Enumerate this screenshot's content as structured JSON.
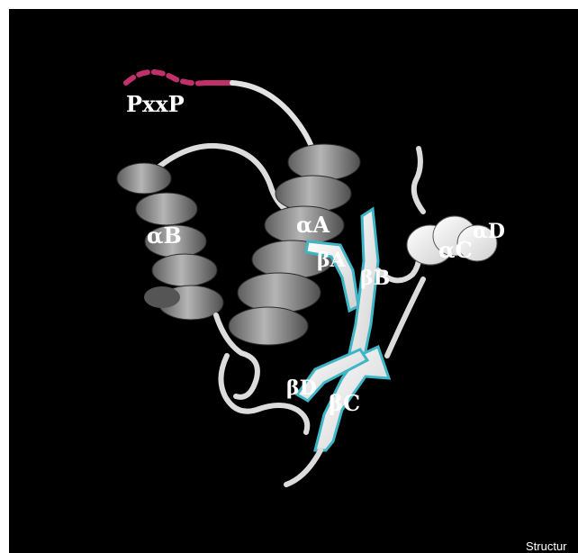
{
  "colors": {
    "background": "#000000",
    "helix": "#8c8c8c",
    "helix_dark": "#4a4a4a",
    "strand": "#f2f2f2",
    "strand_edge": "#3fb6c6",
    "coil": "#e6e6e6",
    "pxxp_motif": "#c0306a"
  },
  "labels": {
    "pxxp": "PxxP",
    "alpha_a": "αA",
    "alpha_b": "αB",
    "alpha_c": "αC",
    "alpha_d": "αD",
    "beta_a": "βA",
    "beta_b": "βB",
    "beta_c": "βC",
    "beta_d": "βD"
  },
  "credit": "Structur"
}
